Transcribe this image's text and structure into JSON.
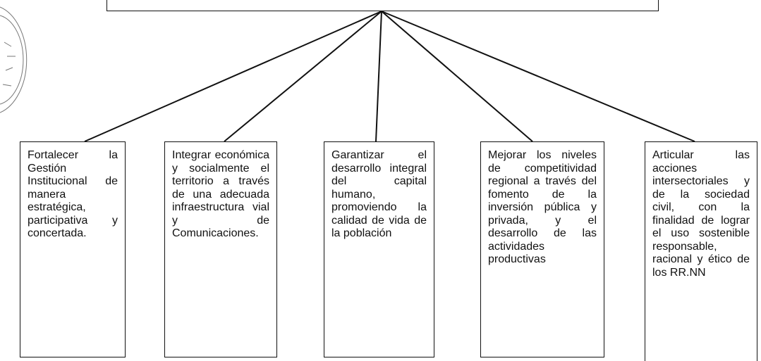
{
  "diagram": {
    "root": {
      "label": ""
    },
    "objectives": [
      {
        "text": "Fortalecer la Gestión Institucional de manera estratégica, participativa y concertada."
      },
      {
        "text": "Integrar económica y socialmente el territorio a través de una adecuada infraestructura vial y de Comunicaciones."
      },
      {
        "text": "Garantizar el desarrollo integral del capital humano, promoviendo la calidad de vida de la población"
      },
      {
        "text": "Mejorar los niveles de competitividad regional a través del fomento de la inversión pública y privada, y el desarrollo de las actividades productivas"
      },
      {
        "text": "Articular las acciones intersectoriales y de la sociedad civil, con la finalidad de lograr el uso sostenible responsable, racional y ético de los RR.NN"
      }
    ]
  }
}
